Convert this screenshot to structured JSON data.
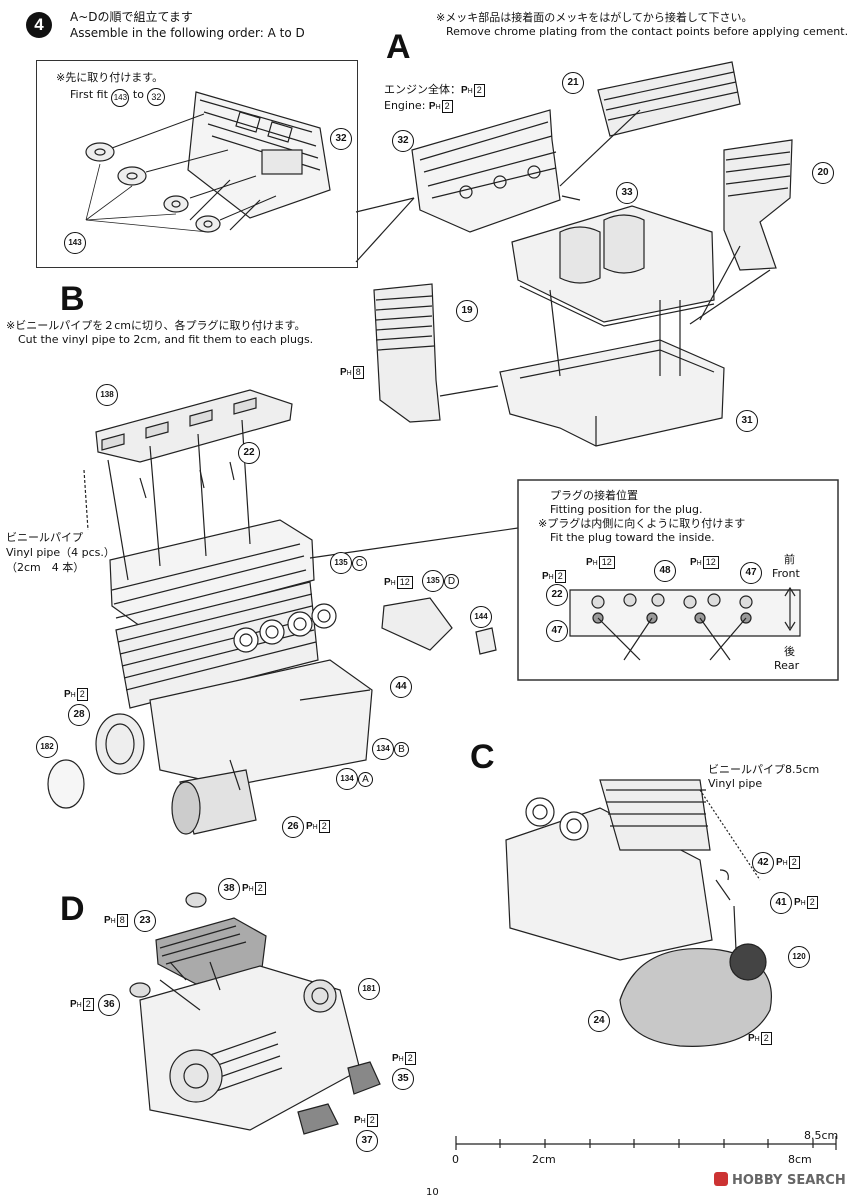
{
  "header": {
    "step_number": "4",
    "order_jp": "A~Dの順で組立てます",
    "order_en": "Assemble in the following order:  A to D",
    "chrome_jp": "※メッキ部品は接着面のメッキをはがしてから接着して下さい。",
    "chrome_en": "Remove chrome plating from the contact points before applying cement."
  },
  "inset_top": {
    "note_jp": "※先に取り付けます。",
    "note_en_prefix": "First fit",
    "part_from": "143",
    "to_word": "to",
    "part_to": "32",
    "part_main": "32",
    "part_small": "143"
  },
  "section_a": {
    "letter": "A",
    "engine_jp": "エンジン全体：",
    "engine_en": "Engine: ",
    "engine_ph": "2",
    "parts": [
      "21",
      "20",
      "32",
      "33",
      "19",
      "31"
    ],
    "ph_19": "8"
  },
  "section_b": {
    "letter": "B",
    "note_jp": "※ビニールパイプを２cmに切り、各プラグに取り付けます。",
    "note_en": "Cut the vinyl pipe to 2cm, and fit them to each plugs.",
    "vinyl_jp": "ビニールパイプ",
    "vinyl_en": "Vinyl pipe（4 pcs.）",
    "vinyl_size": "（2cm　4 本）",
    "part_138": "138",
    "part_22": "22",
    "part_135": "135",
    "sub_c": "C",
    "sub_d": "D",
    "part_144": "144",
    "part_44": "44",
    "part_134": "134",
    "sub_b": "B",
    "sub_a": "A",
    "part_28": "28",
    "part_182": "182",
    "part_26": "26",
    "ph_12": "12",
    "ph_2": "2"
  },
  "plug_box": {
    "title_jp": "プラグの接着位置",
    "title_en": "Fitting position for the plug.",
    "note_jp": "※プラグは内側に向くように取り付けます",
    "note_en": "Fit the plug toward the inside.",
    "front_jp": "前",
    "front_en": "Front",
    "rear_jp": "後",
    "rear_en": "Rear",
    "parts": [
      "22",
      "47",
      "48",
      "47"
    ],
    "ph_12": "12",
    "ph_2": "2"
  },
  "section_c": {
    "letter": "C",
    "vinyl_jp": "ビニールパイプ8.5cm",
    "vinyl_en": "Vinyl pipe",
    "parts": [
      "42",
      "41",
      "120",
      "24"
    ],
    "ph": "2"
  },
  "section_d": {
    "letter": "D",
    "parts": [
      "38",
      "23",
      "36",
      "181",
      "35",
      "37"
    ],
    "ph_23": "8",
    "ph": "2"
  },
  "scale": {
    "end_label": "8.5cm",
    "tick_0": "0",
    "tick_2": "2cm",
    "tick_8": "8cm"
  },
  "footer": {
    "page_number": "10",
    "watermark": "HOBBY SEARCH"
  }
}
